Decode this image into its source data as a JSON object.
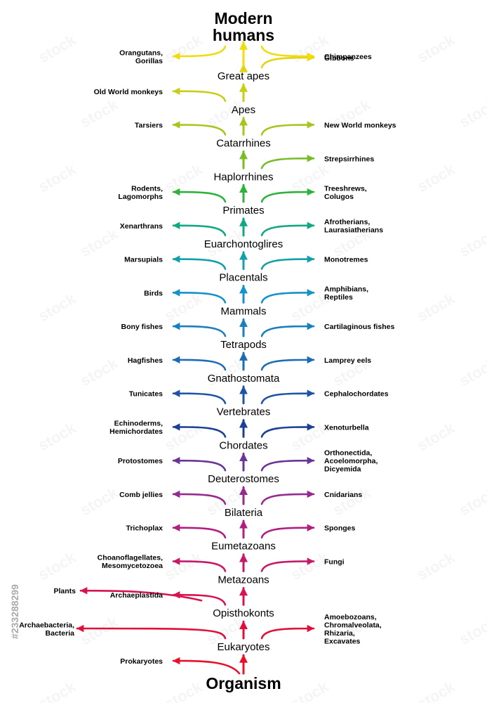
{
  "title": [
    "Modern",
    "humans"
  ],
  "root": "Organism",
  "stock_id": "#233288299",
  "watermark": "stock",
  "nodes": [
    {
      "name": "Eukaryotes",
      "color": "#e0103a",
      "left": [
        "Archaebacteria,",
        "Bacteria"
      ],
      "right": [
        "Amoebozoans,",
        "Chromalveolata,",
        "Rhizaria,",
        "Excavates"
      ],
      "left_far": true
    },
    {
      "name": "Opisthokonts",
      "color": "#d81450",
      "left": [
        "Archaeplastida"
      ],
      "right": []
    },
    {
      "name": "Metazoans",
      "color": "#c41a6a",
      "left": [
        "Choanoflagellates,",
        "Mesomycetozoea"
      ],
      "right": [
        "Fungi"
      ]
    },
    {
      "name": "Eumetazoans",
      "color": "#b01e80",
      "left": [
        "Trichoplax"
      ],
      "right": [
        "Sponges"
      ]
    },
    {
      "name": "Bilateria",
      "color": "#952a8f",
      "left": [
        "Comb jellies"
      ],
      "right": [
        "Cnidarians"
      ]
    },
    {
      "name": "Deuterostomes",
      "color": "#6a3597",
      "left": [
        "Protostomes"
      ],
      "right": [
        "Orthonectida,",
        "Acoelomorpha,",
        "Dicyemida"
      ]
    },
    {
      "name": "Chordates",
      "color": "#1d3f95",
      "left": [
        "Echinoderms,",
        "Hemichordates"
      ],
      "right": [
        "Xenoturbella"
      ]
    },
    {
      "name": "Vertebrates",
      "color": "#1d54a6",
      "left": [
        "Tunicates"
      ],
      "right": [
        "Cephalochordates"
      ]
    },
    {
      "name": "Gnathostomata",
      "color": "#1d6cb3",
      "left": [
        "Hagfishes"
      ],
      "right": [
        "Lamprey eels"
      ]
    },
    {
      "name": "Tetrapods",
      "color": "#1a7fbe",
      "left": [
        "Bony fishes"
      ],
      "right": [
        "Cartilaginous fishes"
      ]
    },
    {
      "name": "Mammals",
      "color": "#1592c8",
      "left": [
        "Birds"
      ],
      "right": [
        "Amphibians,",
        "Reptiles"
      ]
    },
    {
      "name": "Placentals",
      "color": "#13a0a8",
      "left": [
        "Marsupials"
      ],
      "right": [
        "Monotremes"
      ]
    },
    {
      "name": "Euarchontoglires",
      "color": "#13a884",
      "left": [
        "Xenarthrans"
      ],
      "right": [
        "Afrotherians,",
        "Laurasiatherians"
      ]
    },
    {
      "name": "Primates",
      "color": "#2eb23b",
      "left": [
        "Rodents,",
        "Lagomorphs"
      ],
      "right": [
        "Treeshrews,",
        "Colugos"
      ]
    },
    {
      "name": "Haplorrhines",
      "color": "#78bd28",
      "left": [],
      "right": [
        "Strepsirrhines"
      ]
    },
    {
      "name": "Catarrhines",
      "color": "#a6c61a",
      "left": [
        "Tarsiers"
      ],
      "right": [
        "New World monkeys"
      ]
    },
    {
      "name": "Apes",
      "color": "#c8ce14",
      "left": [
        "Old World monkeys"
      ],
      "right": []
    },
    {
      "name": "Great apes",
      "color": "#e2d40e",
      "left": [],
      "right": [
        "Gibbons"
      ]
    },
    {
      "name": "",
      "color": "#f0dc0a",
      "left": [
        "Orangutans,",
        "Gorillas"
      ],
      "right": [
        "Chimpanzees"
      ]
    }
  ],
  "extra_left": {
    "label": [
      "Plants"
    ],
    "color": "#d81450"
  },
  "bottom_left": {
    "label": [
      "Prokaryotes"
    ],
    "color": "#e8102a"
  }
}
